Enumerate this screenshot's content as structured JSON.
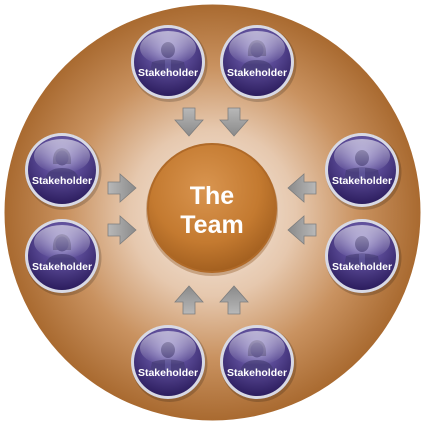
{
  "center": {
    "line1": "The",
    "line2": "Team"
  },
  "stakeholders": [
    {
      "label": "Stakeholder",
      "figure": "male"
    },
    {
      "label": "Stakeholder",
      "figure": "female"
    },
    {
      "label": "Stakeholder",
      "figure": "female"
    },
    {
      "label": "Stakeholder",
      "figure": "male"
    },
    {
      "label": "Stakeholder",
      "figure": "female"
    },
    {
      "label": "Stakeholder",
      "figure": "male"
    },
    {
      "label": "Stakeholder",
      "figure": "male"
    },
    {
      "label": "Stakeholder",
      "figure": "female"
    }
  ],
  "colors": {
    "outer_ring": "#b0763a",
    "outer_ring_dark": "#8a5a2a",
    "inner_glow": "#f3e2d4",
    "center_fill": "#c47a30",
    "center_dark": "#9c5a1c",
    "node_fill": "#3c2a70",
    "node_highlight": "#8a82c0",
    "node_ring": "#cfd0dc",
    "arrow": "#9a9a9a",
    "label": "#ffffff"
  }
}
